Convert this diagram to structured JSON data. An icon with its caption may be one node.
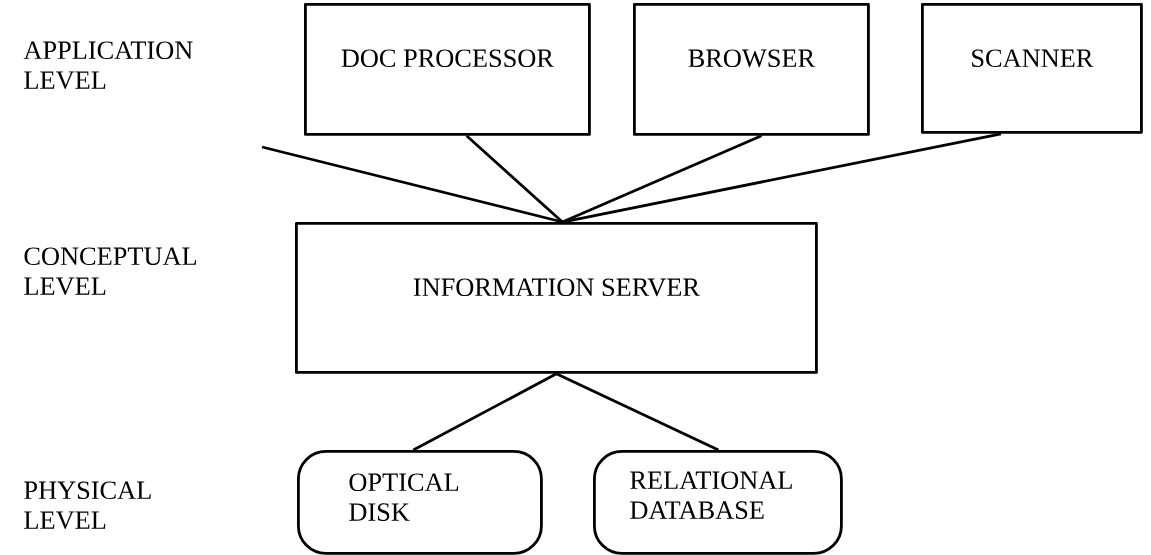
{
  "diagram": {
    "nodes": [
      {
        "text": [
          "DOC PROCESSOR"
        ]
      },
      {
        "text": [
          "BROWSER"
        ]
      },
      {
        "text": [
          "SCANNER"
        ]
      },
      {
        "text": [
          "INFORMATION SERVER"
        ]
      },
      {
        "text": [
          "OPTICAL DISK"
        ]
      },
      {
        "text": [
          "RELATIONAL DATABASE"
        ]
      }
    ],
    "edges": [
      {
        "from": null,
        "to": 3,
        "arrow": "none"
      },
      {
        "from": 0,
        "to": 3,
        "arrow": "none"
      },
      {
        "from": 1,
        "to": 3,
        "arrow": "none"
      },
      {
        "from": 2,
        "to": 3,
        "arrow": "none"
      },
      {
        "from": 3,
        "to": 4,
        "arrow": "none"
      },
      {
        "from": 3,
        "to": 5,
        "arrow": "none"
      }
    ],
    "labels": [
      "APPLICATION LEVEL",
      "CONCEPTUAL LEVEL",
      "PHYSICAL LEVEL"
    ]
  }
}
